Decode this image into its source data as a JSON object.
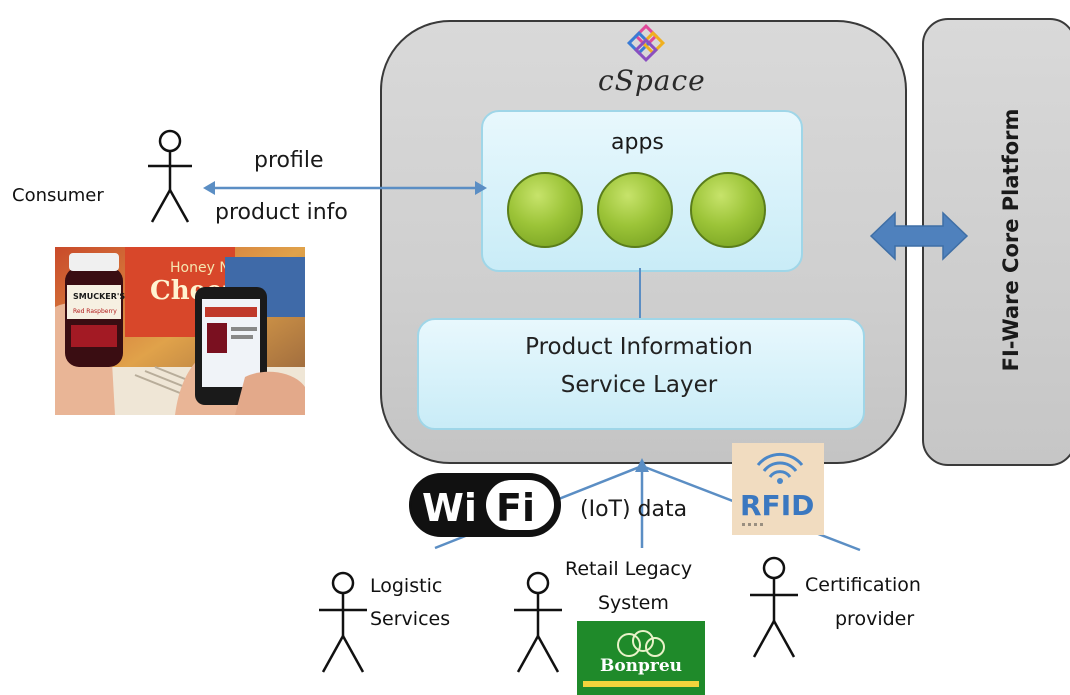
{
  "diagram": {
    "logo_text": "cSpace",
    "apps_label": "apps",
    "service_layer": [
      "Product Information",
      "Service Layer"
    ],
    "platform_label": "FI-Ware Core Platform",
    "consumer_label": "Consumer",
    "profile_label": "profile",
    "product_info_label": "product info",
    "iot_data_label": "(IoT) data",
    "wifi_text": [
      "Wi",
      "Fi"
    ],
    "rfid_text": "RFID",
    "logistic_label": [
      "Logistic",
      "Services"
    ],
    "retail_label": [
      "Retail Legacy",
      "System"
    ],
    "certification_label": [
      "Certification",
      "provider"
    ],
    "bonpreu_text": "Bonpreu",
    "photo_texts": [
      "Honey Nut",
      "Cheerios",
      "SMUCKER'S",
      "Red Raspberry"
    ]
  },
  "colors": {
    "arrow_blue": "#5b8ec4",
    "app_green": "#9cc438",
    "layer_blue": "#c9ecf7",
    "outer_gray": "#d3d3d3",
    "bonpreu_green": "#1f8a2a"
  }
}
